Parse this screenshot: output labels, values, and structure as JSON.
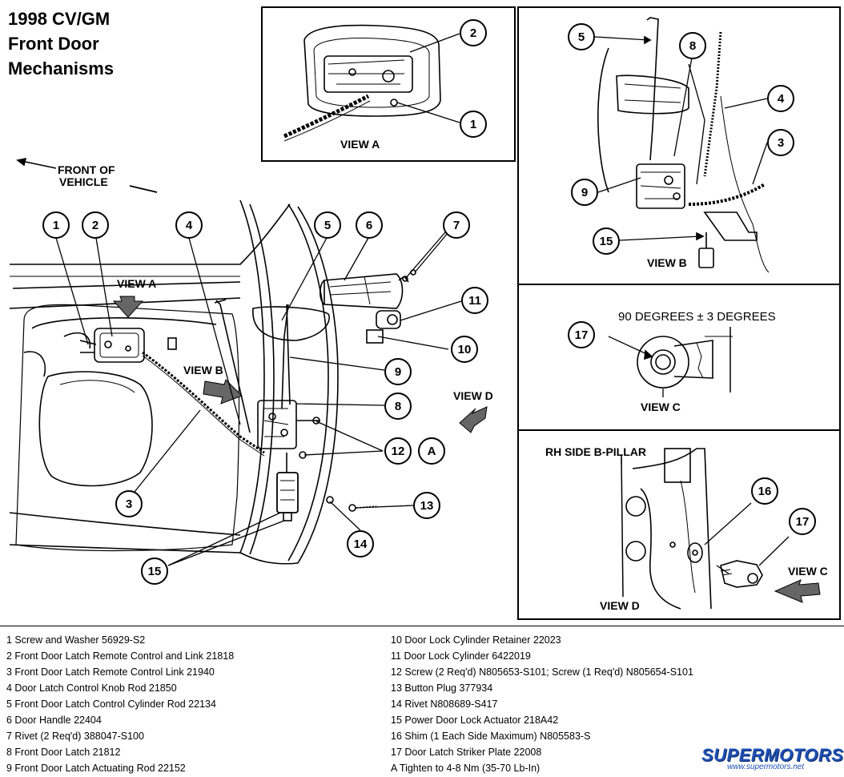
{
  "title": {
    "line1": "1998 CV/GM",
    "line2": "Front Door",
    "line3": "Mechanisms"
  },
  "labels": {
    "front_of_vehicle_1": "FRONT OF",
    "front_of_vehicle_2": "VEHICLE",
    "view_a_main": "VIEW A",
    "view_b_main": "VIEW B",
    "view_d_main": "VIEW D",
    "view_a_panel": "VIEW A",
    "view_b_panel": "VIEW B",
    "view_c_panel": "VIEW C",
    "view_c_pointer": "VIEW C",
    "view_d_panel": "VIEW D",
    "degrees": "90 DEGREES ± 3 DEGREES",
    "rh_side": "RH SIDE B-PILLAR"
  },
  "callouts": {
    "c1": "1",
    "c2": "2",
    "c3": "3",
    "c4": "4",
    "c5": "5",
    "c6": "6",
    "c7": "7",
    "c8": "8",
    "c9": "9",
    "c10": "10",
    "c11": "11",
    "c12": "12",
    "c13": "13",
    "c14": "14",
    "c15": "15",
    "c16": "16",
    "c17": "17",
    "cA": "A"
  },
  "legend": {
    "left": [
      "1 Screw and Washer    56929-S2",
      "2 Front Door Latch Remote Control and Link    21818",
      "3 Front Door Latch Remote Control Link    21940",
      "4 Door Latch Control Knob Rod    21850",
      "5 Front Door Latch Control Cylinder Rod    22134",
      "6 Door Handle    22404",
      "7 Rivet (2 Req'd)    388047-S100",
      "8 Front Door Latch    21812",
      "9 Front Door Latch Actuating Rod    22152"
    ],
    "right": [
      "10 Door Lock Cylinder Retainer    22023",
      "11 Door Lock Cylinder    6422019",
      "12 Screw (2 Req'd)    N805653-S101; Screw (1 Req'd)    N805654-S101",
      "13 Button Plug    377934",
      "14 Rivet    N808689-S417",
      "15 Power Door Lock Actuator    218A42",
      "16 Shim (1 Each Side Maximum)    N805583-S",
      "17 Door Latch Striker Plate    22008",
      "A Tighten to 4-8 Nm (35-70 Lb-In)"
    ]
  },
  "watermark": {
    "brand": "SUPERMOTORS",
    "url": "www.supermotors.net"
  }
}
